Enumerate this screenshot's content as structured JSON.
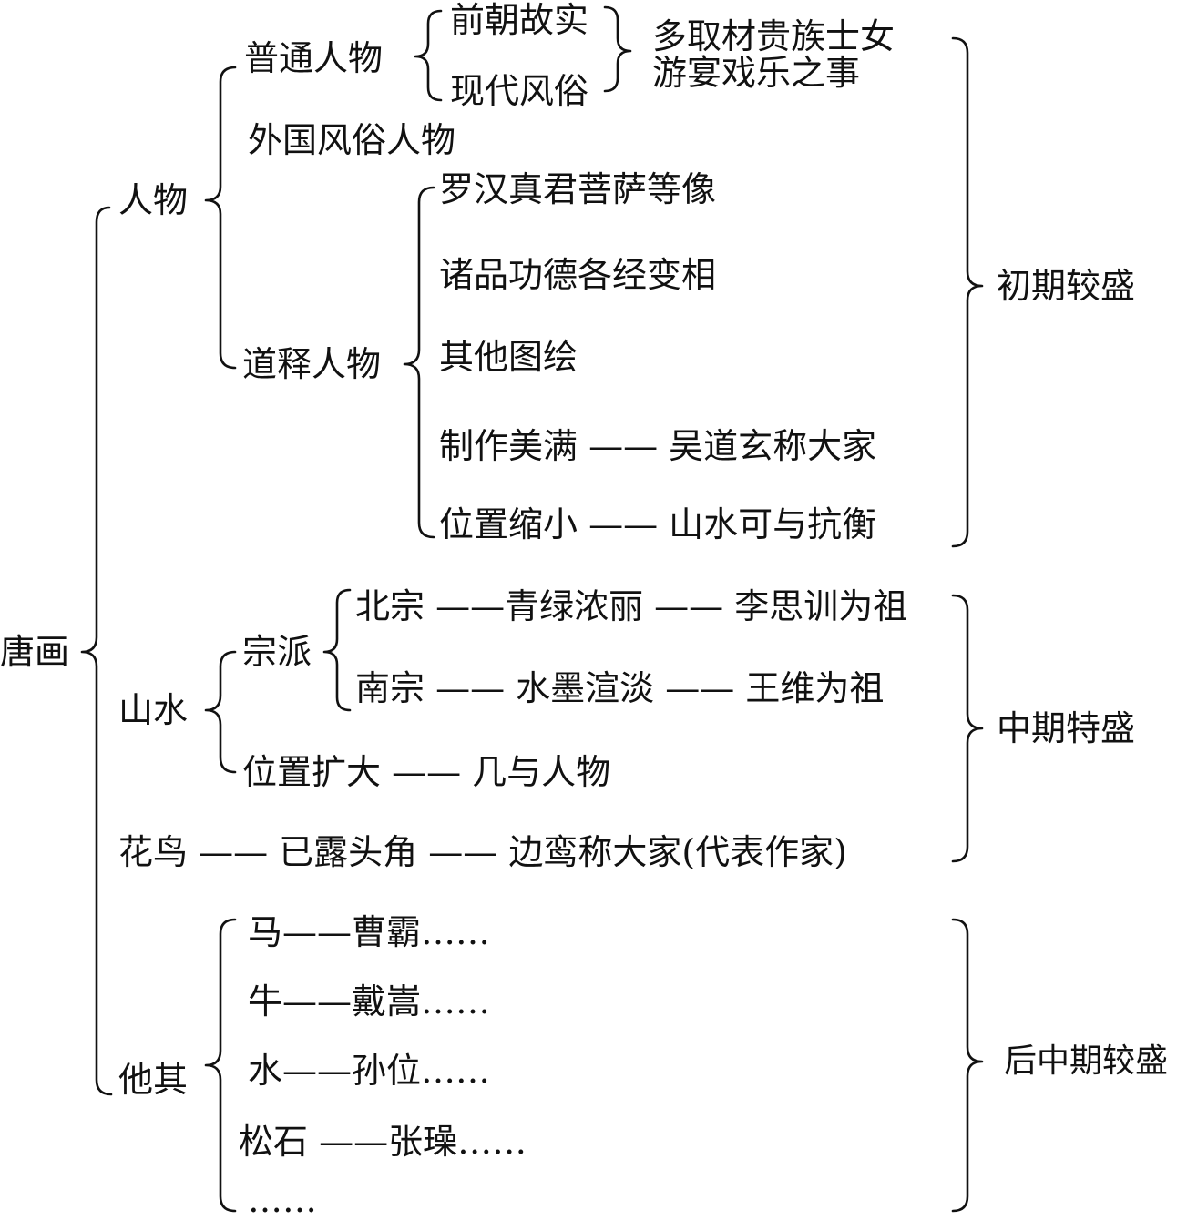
{
  "root": "唐画",
  "categories": {
    "figures": "人物",
    "landscape": "山水",
    "flower_bird": "花鸟",
    "others": "他其"
  },
  "figures": {
    "ordinary": "普通人物",
    "former_dynasty": "前朝故实",
    "modern_customs": "现代风俗",
    "subject_line1": "多取材贵族士女",
    "subject_line2": "游宴戏乐之事",
    "foreign": "外国风俗人物",
    "religious": "道释人物",
    "religious_items": [
      "罗汉真君菩萨等像",
      "诸品功德各经变相",
      "其他图绘",
      "制作美满 —— 吴道玄称大家",
      "位置缩小 —— 山水可与抗衡"
    ]
  },
  "landscape": {
    "schools": "宗派",
    "north": "北宗 ——青绿浓丽 —— 李思训为祖",
    "south": "南宗 —— 水墨渲淡 —— 王维为祖",
    "position": "位置扩大 —— 几与人物"
  },
  "flower_bird": {
    "line": "花鸟 —— 已露头角 —— 边鸾称大家(代表作家)"
  },
  "others": {
    "items": [
      "马——曹霸……",
      "牛——戴嵩……",
      "水——孙位……",
      "松石 ——张璪……",
      "……"
    ]
  },
  "periods": {
    "early": "初期较盛",
    "middle": "中期特盛",
    "late": "后中期较盛"
  }
}
